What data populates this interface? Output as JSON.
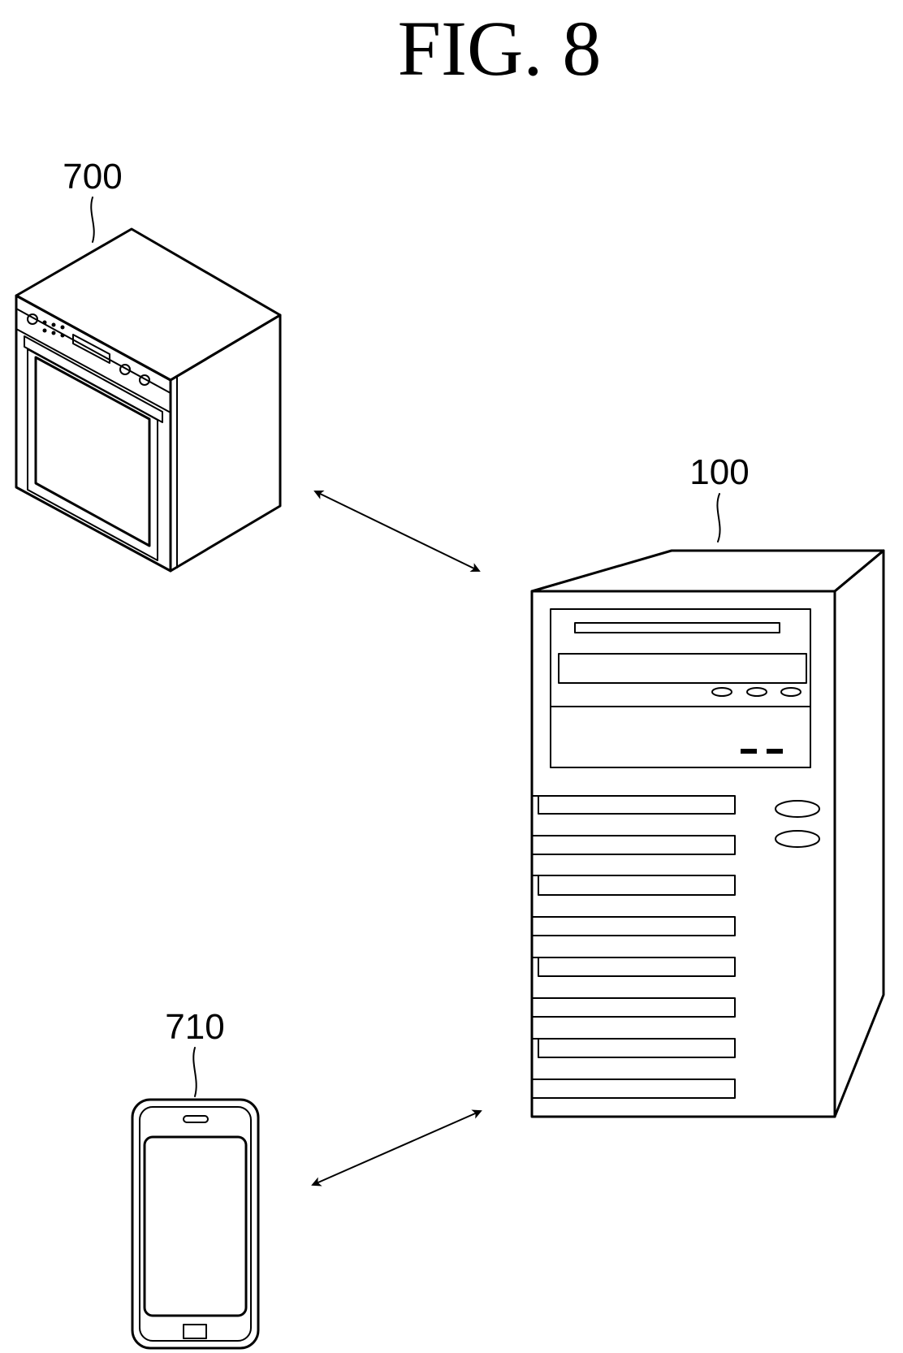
{
  "figure": {
    "title": "FIG. 8"
  },
  "devices": {
    "oven": {
      "ref": "700",
      "icon": "oven-icon"
    },
    "server": {
      "ref": "100",
      "icon": "server-tower-icon"
    },
    "phone": {
      "ref": "710",
      "icon": "smartphone-icon"
    }
  },
  "connections": [
    {
      "from": "700",
      "to": "100",
      "direction": "bidirectional"
    },
    {
      "from": "710",
      "to": "100",
      "direction": "bidirectional"
    }
  ]
}
